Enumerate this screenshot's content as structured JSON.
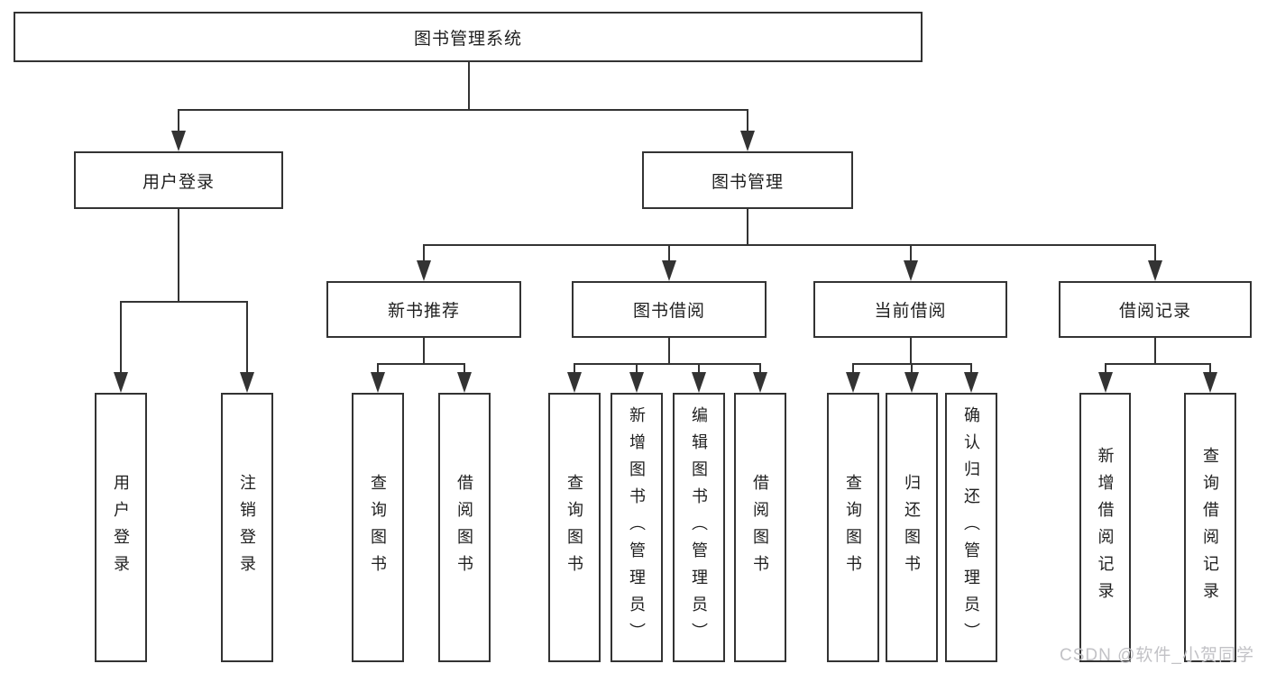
{
  "diagram_title": "图书管理系统",
  "nodes": {
    "root": "图书管理系统",
    "user_login": "用户登录",
    "book_mgmt": "图书管理",
    "new_book_rec": "新书推荐",
    "book_borrow": "图书借阅",
    "current_borrow": "当前借阅",
    "borrow_record": "借阅记录",
    "leaves": {
      "user_login_1": "用户登录",
      "user_login_2": "注销登录",
      "new_book_1": "查询图书",
      "new_book_2": "借阅图书",
      "borrow_1": "查询图书",
      "borrow_2": "新增图书（管理员）",
      "borrow_3": "编辑图书（管理员）",
      "borrow_4": "借阅图书",
      "current_1": "查询图书",
      "current_2": "归还图书",
      "current_3": "确认归还（管理员）",
      "record_1": "新增借阅记录",
      "record_2": "查询借阅记录"
    }
  },
  "watermark": "CSDN @软件_小贺同学",
  "colors": {
    "line": "#333333",
    "text": "#1f1f1f",
    "watermark": "#c2c2c6",
    "background": "#ffffff"
  }
}
